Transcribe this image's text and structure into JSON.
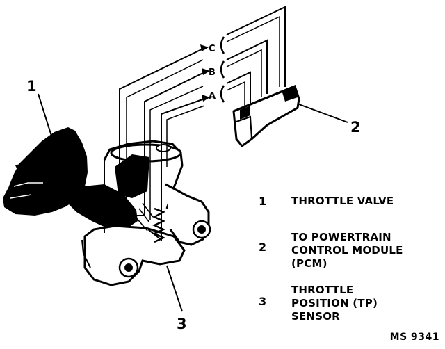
{
  "callouts": {
    "throttle_valve": "1",
    "pcm_connector": "2",
    "tp_sensor": "3"
  },
  "pins": [
    "C",
    "B",
    "A"
  ],
  "legend": [
    {
      "number": "1",
      "lines": [
        "THROTTLE VALVE"
      ]
    },
    {
      "number": "2",
      "lines": [
        "TO POWERTRAIN",
        "CONTROL MODULE",
        "(PCM)"
      ]
    },
    {
      "number": "3",
      "lines": [
        "THROTTLE",
        "POSITION (TP)",
        "SENSOR"
      ]
    }
  ],
  "figure_code": "MS 9341",
  "colors": {
    "ink": "#000000",
    "paper": "#ffffff"
  }
}
